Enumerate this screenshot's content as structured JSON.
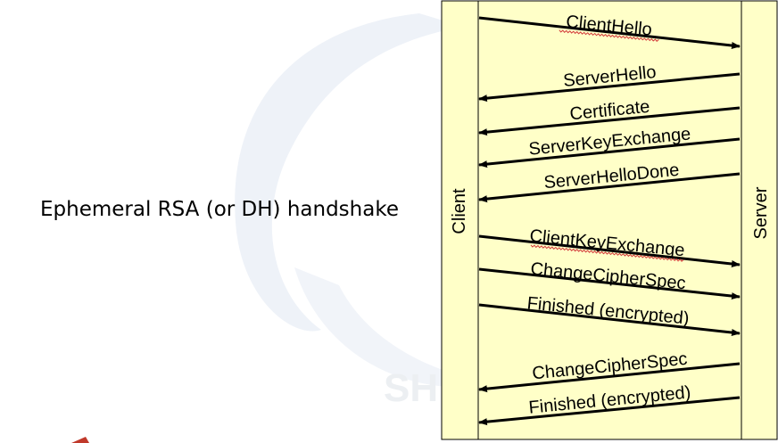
{
  "slide": {
    "title": "Ephemeral RSA (or DH) handshake",
    "watermark_text": "SH"
  },
  "diagram": {
    "background": "#ffffc8",
    "lanes": {
      "left": "Client",
      "right": "Server"
    },
    "messages": [
      {
        "label": "ClientHello",
        "direction": "to-server",
        "underline": true
      },
      {
        "label": "ServerHello",
        "direction": "to-client"
      },
      {
        "label": "Certificate",
        "direction": "to-client"
      },
      {
        "label": "ServerKeyExchange",
        "direction": "to-client",
        "color": "#ee1111"
      },
      {
        "label": "ServerHelloDone",
        "direction": "to-client"
      },
      {
        "label": "ClientKeyExchange",
        "direction": "to-server",
        "underline": true
      },
      {
        "label": "ChangeCipherSpec",
        "direction": "to-server"
      },
      {
        "label": "Finished (encrypted)",
        "direction": "to-server"
      },
      {
        "label": "ChangeCipherSpec",
        "direction": "to-client"
      },
      {
        "label": "Finished (encrypted)",
        "direction": "to-client"
      }
    ]
  }
}
